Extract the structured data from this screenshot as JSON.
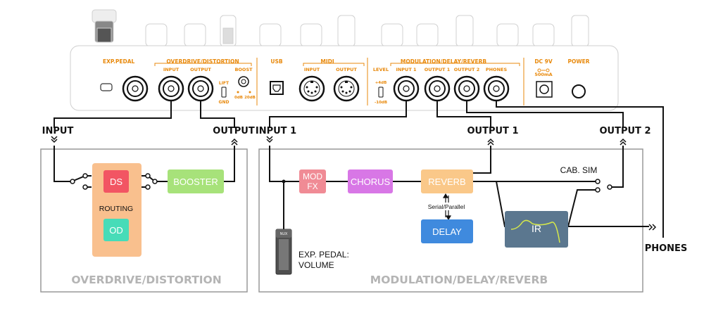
{
  "panel": {
    "exp_pedal": "EXP.PEDAL",
    "od_title": "OVERDRIVE/DISTORTION",
    "od_input": "INPUT",
    "od_output": "OUTPUT",
    "lift": "LIFT",
    "gnd": "GND",
    "boost": "BOOST",
    "boost_0db": "0dB",
    "boost_20db": "20dB",
    "usb": "USB",
    "midi": "MIDI",
    "midi_input": "INPUT",
    "midi_output": "OUTPUT",
    "mdr_title": "MODULATION/DELAY/REVERB",
    "level": "LEVEL",
    "level_plus": "+4dB",
    "level_minus": "-10dB",
    "input1": "INPUT 1",
    "output1": "OUTPUT 1",
    "output2": "OUTPUT 2",
    "phones": "PHONES",
    "dc": "DC 9V",
    "dc_ma": "500mA",
    "power": "POWER"
  },
  "diagram": {
    "input": "INPUT",
    "output": "OUTPUT",
    "input1": "INPUT 1",
    "output1": "OUTPUT 1",
    "output2": "OUTPUT 2",
    "phones": "PHONES",
    "ds": "DS",
    "od": "OD",
    "routing": "ROUTING",
    "booster": "BOOSTER",
    "mod_fx_line1": "MOD",
    "mod_fx_line2": "FX",
    "chorus": "CHORUS",
    "reverb": "REVERB",
    "serial_parallel": "Serial/Parallel",
    "delay": "DELAY",
    "ir": "IR",
    "cab_sim": "CAB. SIM",
    "exp_pedal_line1": "EXP. PEDAL:",
    "exp_pedal_line2": "VOLUME",
    "pedal_logo": "NUX",
    "od_section": "OVERDRIVE/DISTORTION",
    "mdr_section": "MODULATION/DELAY/REVERB"
  },
  "colors": {
    "orange": "#e8890c",
    "ds": "#f25563",
    "od": "#47dcb8",
    "routing": "#f9c08e",
    "booster": "#a7e27a",
    "mod_fx": "#f08b95",
    "chorus": "#d877e6",
    "reverb": "#fac889",
    "delay": "#3f8ade",
    "ir": "#5b778f"
  }
}
